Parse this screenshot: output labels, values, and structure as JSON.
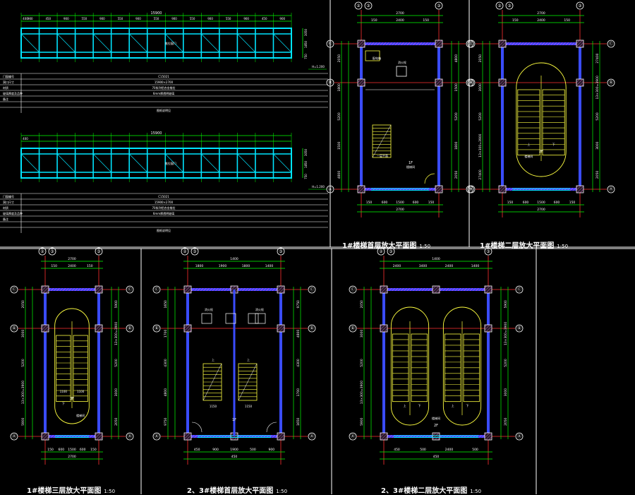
{
  "elevations": [
    {
      "total": "15900",
      "left_dim": "400",
      "bays": [
        "900",
        "450",
        "900",
        "550",
        "900",
        "550",
        "900",
        "550",
        "900",
        "550",
        "900",
        "550",
        "900",
        "450",
        "900"
      ],
      "right_dims": [
        "3050",
        "1850",
        "750"
      ],
      "door_label": "推拉窗门",
      "level_label": "H=1.200"
    },
    {
      "total": "15900",
      "left_dim": "400",
      "bays": [],
      "right_dims": [
        "3050",
        "1850",
        "750"
      ],
      "door_label": "推拉窗门",
      "level_label": "H=1.200"
    }
  ],
  "spec_tables": [
    {
      "labels": [
        "门窗编号",
        "洞口尺寸",
        "材质",
        "玻璃厚度及品种",
        "备注"
      ],
      "values": [
        "C15021",
        "15900×2700",
        "70系列铝合金推拉",
        "6mm厚透明玻璃",
        "",
        "",
        "图纸说明见"
      ]
    },
    {
      "labels": [
        "门窗编号",
        "洞口尺寸",
        "材质",
        "玻璃厚度及品种",
        "备注"
      ],
      "values": [
        "C15021",
        "15900×2700",
        "70系列铝合金推拉",
        "6mm厚透明玻璃",
        "",
        "",
        "图纸说明见"
      ]
    }
  ],
  "plans": [
    {
      "title": "1#楼梯首层放大平面图",
      "scale": "1:50",
      "axes_top": [
        "②",
        "③"
      ],
      "axes_side": [
        "Ⓒ",
        "Ⓑ",
        "Ⓐ"
      ],
      "top_dims": [
        "2700",
        "150",
        "2400",
        "150"
      ],
      "bottom_dims": [
        "150",
        "600",
        "1500",
        "600",
        "150",
        "2700"
      ],
      "side_dims": [
        "2050",
        "1800",
        "5200",
        "1500",
        "4800"
      ],
      "notes": [
        "配电箱",
        "消火栓",
        "1F",
        "楼梯间",
        "一层平面"
      ]
    },
    {
      "title": "1#楼梯二层放大平面图",
      "scale": "1:50",
      "axes_top": [
        "②",
        "③"
      ],
      "axes_side": [
        "Ⓒ",
        "Ⓑ",
        "Ⓐ"
      ],
      "top_dims": [
        "2700",
        "150",
        "2400",
        "150"
      ],
      "bottom_dims": [
        "150",
        "600",
        "1500",
        "600",
        "150",
        "2700"
      ],
      "side_dims": [
        "2050",
        "3000",
        "5200",
        "13×300=3900",
        "27400"
      ],
      "notes": [
        "2F",
        "上",
        "下",
        "楼梯间"
      ]
    },
    {
      "title": "1#楼梯三层放大平面图",
      "scale": "1:50",
      "axes_top": [
        "②",
        "③"
      ],
      "axes_side": [
        "Ⓒ",
        "Ⓑ",
        "Ⓐ"
      ],
      "top_dims": [
        "2700",
        "150",
        "2400",
        "150"
      ],
      "bottom_dims": [
        "150",
        "600",
        "1500",
        "600",
        "150",
        "2700"
      ],
      "side_dims": [
        "2050",
        "3000",
        "5200",
        "13×300=3900",
        "5900"
      ],
      "notes": [
        "3F",
        "1100",
        "1100",
        "下",
        "楼梯间"
      ]
    },
    {
      "title": "2、3#楼梯首层放大平面图",
      "scale": "1:50",
      "axes_top": [
        "②",
        "③"
      ],
      "axes_side": [
        "Ⓒ",
        "Ⓑ",
        "Ⓐ"
      ],
      "top_dims": [
        "1400",
        "1800",
        "1900",
        "1800",
        "1400"
      ],
      "bottom_dims": [
        "450",
        "900",
        "1900",
        "500",
        "900",
        "450"
      ],
      "side_dims": [
        "1650",
        "1700",
        "4300",
        "4800",
        "9750"
      ],
      "notes": [
        "1F",
        "消火栓",
        "消火栓",
        "上",
        "上",
        "1150",
        "1150"
      ]
    },
    {
      "title": "2、3#楼梯二层放大平面图",
      "scale": "1:50",
      "axes_top": [
        "②",
        "③"
      ],
      "axes_side": [
        "Ⓒ",
        "Ⓑ",
        "Ⓐ"
      ],
      "top_dims": [
        "1400",
        "2400",
        "3400",
        "2400",
        "1400"
      ],
      "bottom_dims": [
        "450",
        "500",
        "2400",
        "500",
        "450"
      ],
      "side_dims": [
        "2050",
        "3000",
        "5200",
        "13×300=3900",
        "5900"
      ],
      "notes": [
        "2F",
        "上",
        "下",
        "上",
        "下",
        "楼梯间"
      ]
    }
  ],
  "colors": {
    "background": "#000000",
    "frame": "#ffffff",
    "window": "#00e5ff",
    "dims": "#00ff00",
    "axis": "#ff3030",
    "wall": "#3a4cff",
    "hatch": "#ff3dff",
    "stair": "#ffff40",
    "text": "#ffffff"
  }
}
